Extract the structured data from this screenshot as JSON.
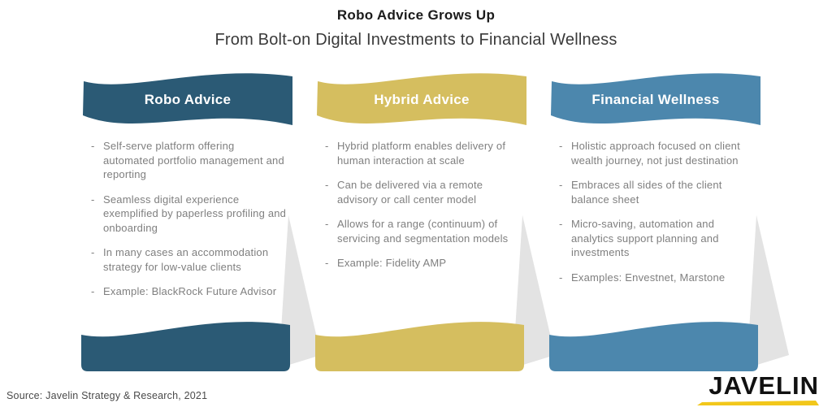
{
  "header": {
    "title": "Robo Advice Grows Up",
    "subtitle": "From Bolt-on Digital Investments to Financial Wellness"
  },
  "cards": [
    {
      "title": "Robo Advice",
      "color": "#2B5A75",
      "bullets": [
        "Self-serve platform offering automated portfolio management and reporting",
        "Seamless digital experience exemplified by paperless profiling and onboarding",
        "In many cases an accommodation strategy for low-value clients",
        "Example: BlackRock Future Advisor"
      ]
    },
    {
      "title": "Hybrid Advice",
      "color": "#D5BE5F",
      "bullets": [
        "Hybrid platform enables delivery of human interaction at scale",
        "Can be delivered via a remote advisory or call center model",
        "Allows for a range (continuum) of servicing and segmentation models",
        "Example: Fidelity AMP"
      ]
    },
    {
      "title": "Financial Wellness",
      "color": "#4C87AD",
      "bullets": [
        "Holistic approach focused on client wealth journey, not just destination",
        "Embraces all sides of the client balance sheet",
        "Micro-saving, automation and analytics support planning and investments",
        "Examples: Envestnet, Marstone"
      ]
    }
  ],
  "bullet_marker": "-",
  "footer": {
    "source": "Source: Javelin Strategy & Research, 2021",
    "logo_text": "JAVELIN",
    "logo_underline_color": "#F2C71B",
    "shadow_color": "#E3E3E3"
  }
}
